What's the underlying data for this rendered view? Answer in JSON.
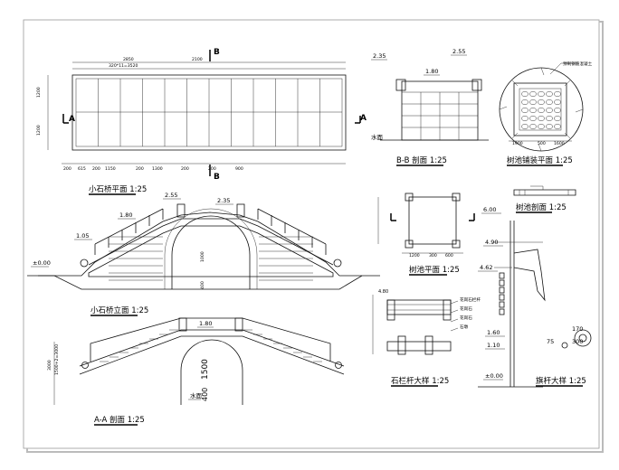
{
  "drawings": {
    "plan": {
      "title": "小石桥平面 1:25",
      "dim_top_left": "2850",
      "dim_top_right": "2100",
      "dim_formula": "320*11=3520",
      "dims_bottom": [
        "200",
        "615",
        "200",
        "1150",
        "200",
        "1300",
        "200",
        "200",
        "900"
      ],
      "dims_left": [
        "1200",
        "1200"
      ],
      "section_b": "B",
      "section_a": "A"
    },
    "elevation": {
      "title": "小石桥立面 1:25",
      "levels": [
        "2.55",
        "2.35",
        "1.80",
        "1.05",
        "±0.00"
      ],
      "dims": [
        "1000",
        "400"
      ]
    },
    "section_aa": {
      "title": "A-A 剖面 1:25",
      "levels": [
        "1.80"
      ],
      "dims": [
        "1500",
        "400",
        "3000",
        "1500+2=3000"
      ],
      "water_label": "水面"
    },
    "section_bb": {
      "title": "B-B 剖面 1:25",
      "levels": [
        "2.35",
        "2.55",
        "1.80"
      ],
      "water_label": "水面",
      "section_a": "A"
    },
    "tree_paving": {
      "title": "树池铺装平面 1:25",
      "dims": [
        "1900",
        "500",
        "1600"
      ],
      "note": "预制钢筋混凝土"
    },
    "tree_section": {
      "title": "树池剖面 1:25"
    },
    "tree_plan": {
      "title": "树池平面 1:25",
      "dims": [
        "1200",
        "300",
        "600"
      ]
    },
    "railing": {
      "title": "石栏杆大样 1:25",
      "levels": [
        "4.80"
      ],
      "notes": [
        "花岗石栏杆",
        "花岗石",
        "花岗石",
        "石墩"
      ]
    },
    "flagpole": {
      "title": "旗杆大样 1:25",
      "levels": [
        "6.00",
        "4.90",
        "4.62",
        "1.60",
        "1.10",
        "±0.00"
      ],
      "circle_labels": [
        "170",
        "300"
      ],
      "dim_d": "75"
    }
  }
}
